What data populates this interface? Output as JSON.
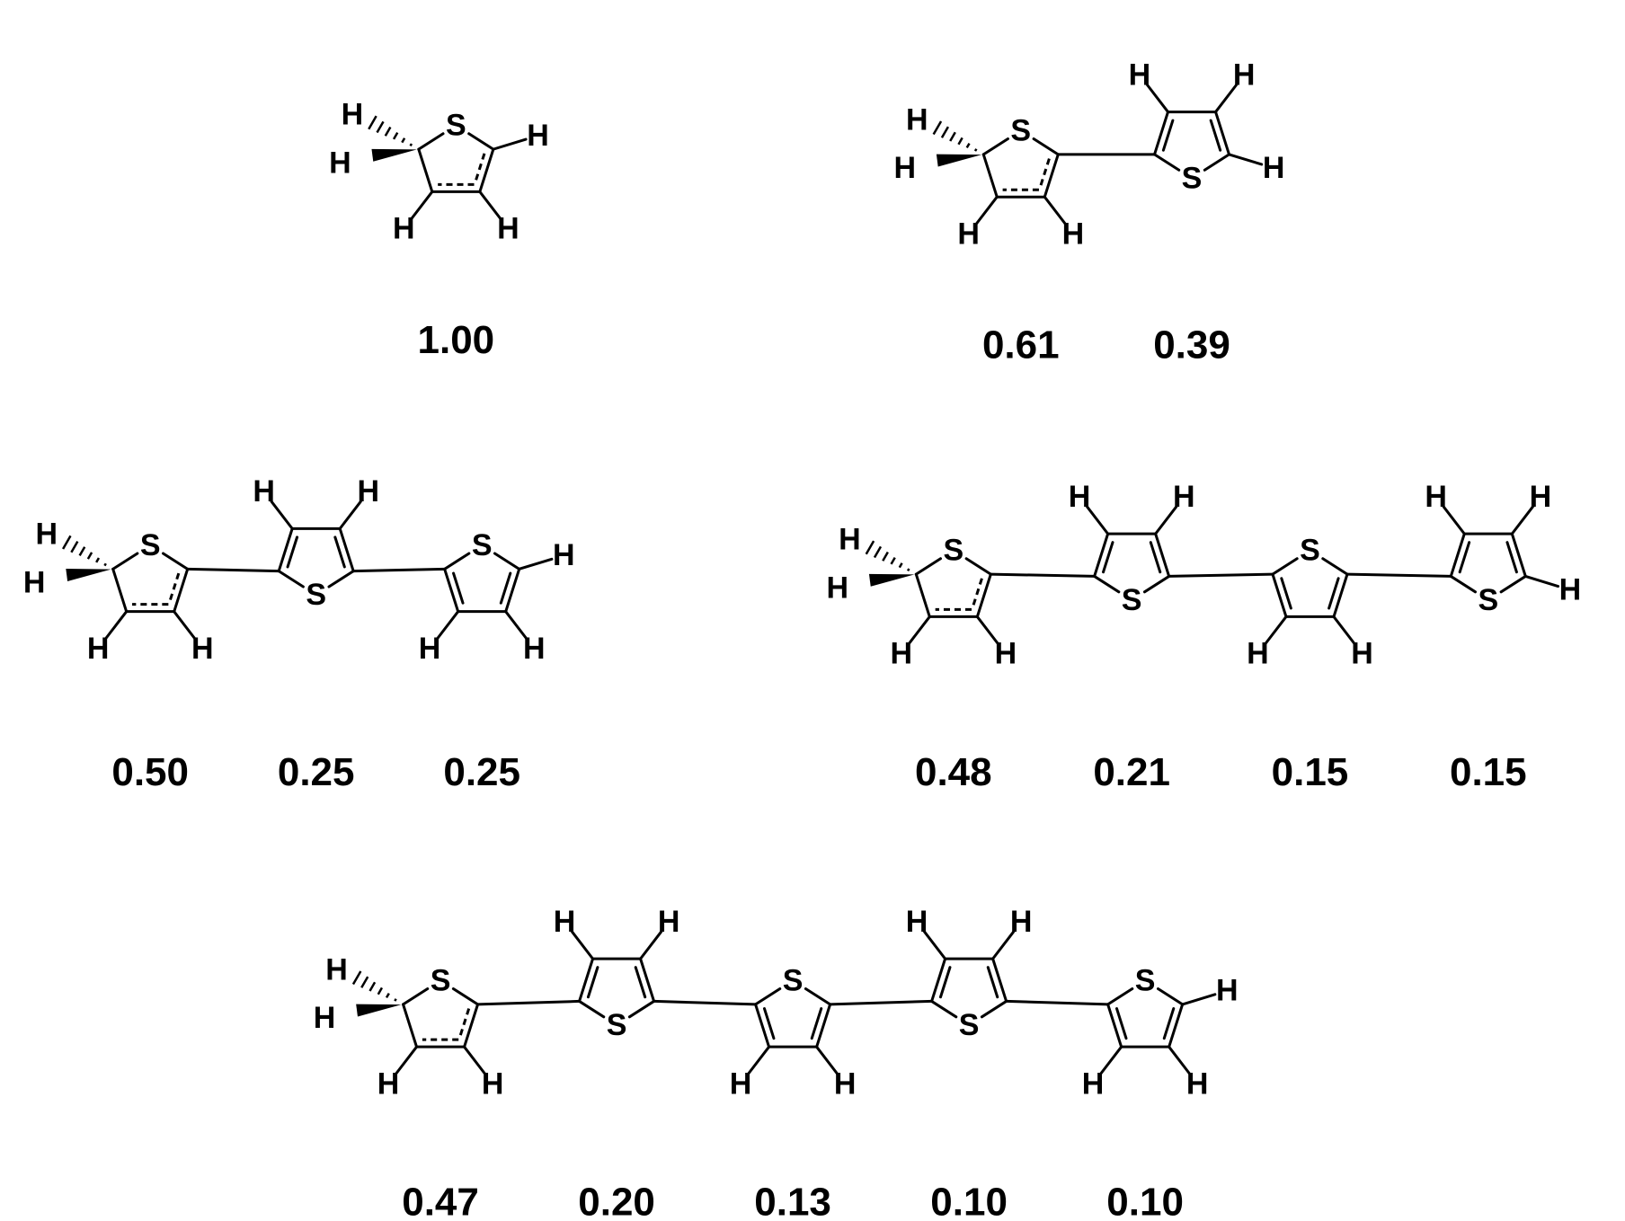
{
  "labels": {
    "sulfur": "S",
    "hydrogen": "H"
  },
  "molecules": [
    {
      "id": "monomer",
      "rings": 1,
      "values": [
        "1.00"
      ]
    },
    {
      "id": "dimer",
      "rings": 2,
      "values": [
        "0.61",
        "0.39"
      ]
    },
    {
      "id": "trimer",
      "rings": 3,
      "values": [
        "0.50",
        "0.25",
        "0.25"
      ]
    },
    {
      "id": "tetramer",
      "rings": 4,
      "values": [
        "0.48",
        "0.21",
        "0.15",
        "0.15"
      ]
    },
    {
      "id": "pentamer",
      "rings": 5,
      "values": [
        "0.47",
        "0.20",
        "0.13",
        "0.10",
        "0.10"
      ]
    }
  ]
}
